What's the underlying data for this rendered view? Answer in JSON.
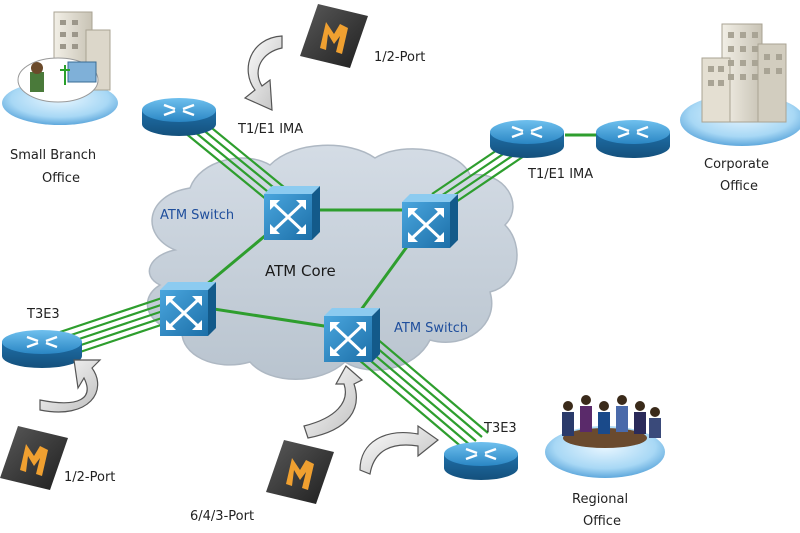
{
  "labels": {
    "small_branch_line1": "Small Branch",
    "small_branch_line2": "Office",
    "corporate_line1": "Corporate",
    "corporate_line2": "Office",
    "regional_line1": "Regional",
    "regional_line2": "Office",
    "t1e1_ima_left": "T1/E1 IMA",
    "t1e1_ima_right": "T1/E1 IMA",
    "t3e3_left": "T3E3",
    "t3e3_right": "T3E3",
    "port_top": "1/2-Port",
    "port_bottom_left": "1/2-Port",
    "port_bottom_center": "6/4/3-Port",
    "atm_switch_top": "ATM Switch",
    "atm_switch_bottom": "ATM Switch",
    "atm_core": "ATM Core"
  },
  "colors": {
    "link_green": "#2e9e2e",
    "cloud_fill": "#c9d2dc",
    "switch_blue": "#2d8ac9",
    "router_blue": "#2a86c4",
    "label_blue": "#1f4e9c",
    "module_orange": "#f0a030"
  },
  "icons": {
    "router": "router-icon",
    "atm_switch": "atm-switch-icon",
    "module": "port-module-icon",
    "building": "office-building-icon",
    "people": "meeting-people-icon"
  }
}
